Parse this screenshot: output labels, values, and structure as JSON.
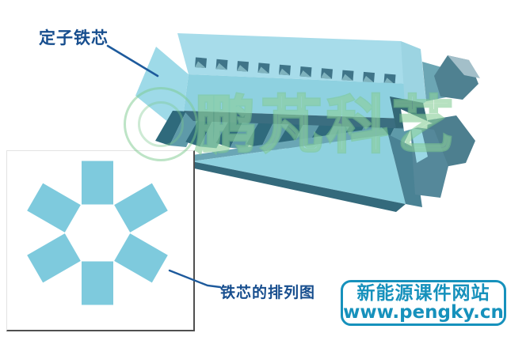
{
  "page": {
    "background": "#ffffff"
  },
  "labels": {
    "stator_core": "定子铁芯",
    "core_arrangement": "铁芯的排列图"
  },
  "annotation": {
    "line_color": "#1d5a9c",
    "label_color": "#174e8e"
  },
  "watermark": {
    "text": "鹏芃科艺",
    "color": "#7cc98e"
  },
  "site_badge": {
    "title": "新能源课件网站",
    "url": "www.pengky.cn",
    "color": "#1691bc"
  },
  "model_3d": {
    "slot_hole_count": 10,
    "tooth_count": 8,
    "palette": {
      "top_face": "#a7dcea",
      "front_face": "#8ed1e0",
      "end_face": "#9edae8",
      "hole": "#3f7488",
      "hole_highlight": "#7fb3be",
      "tooth_dark": "#2f6a7c",
      "tooth_light": "#5e9aa9",
      "underside": "#3b6e80",
      "block_dark": "#4f8191",
      "block_mid": "#6ca6b4"
    }
  },
  "pattern": {
    "segment_count": 6,
    "segment_color": "#7ecadd"
  }
}
